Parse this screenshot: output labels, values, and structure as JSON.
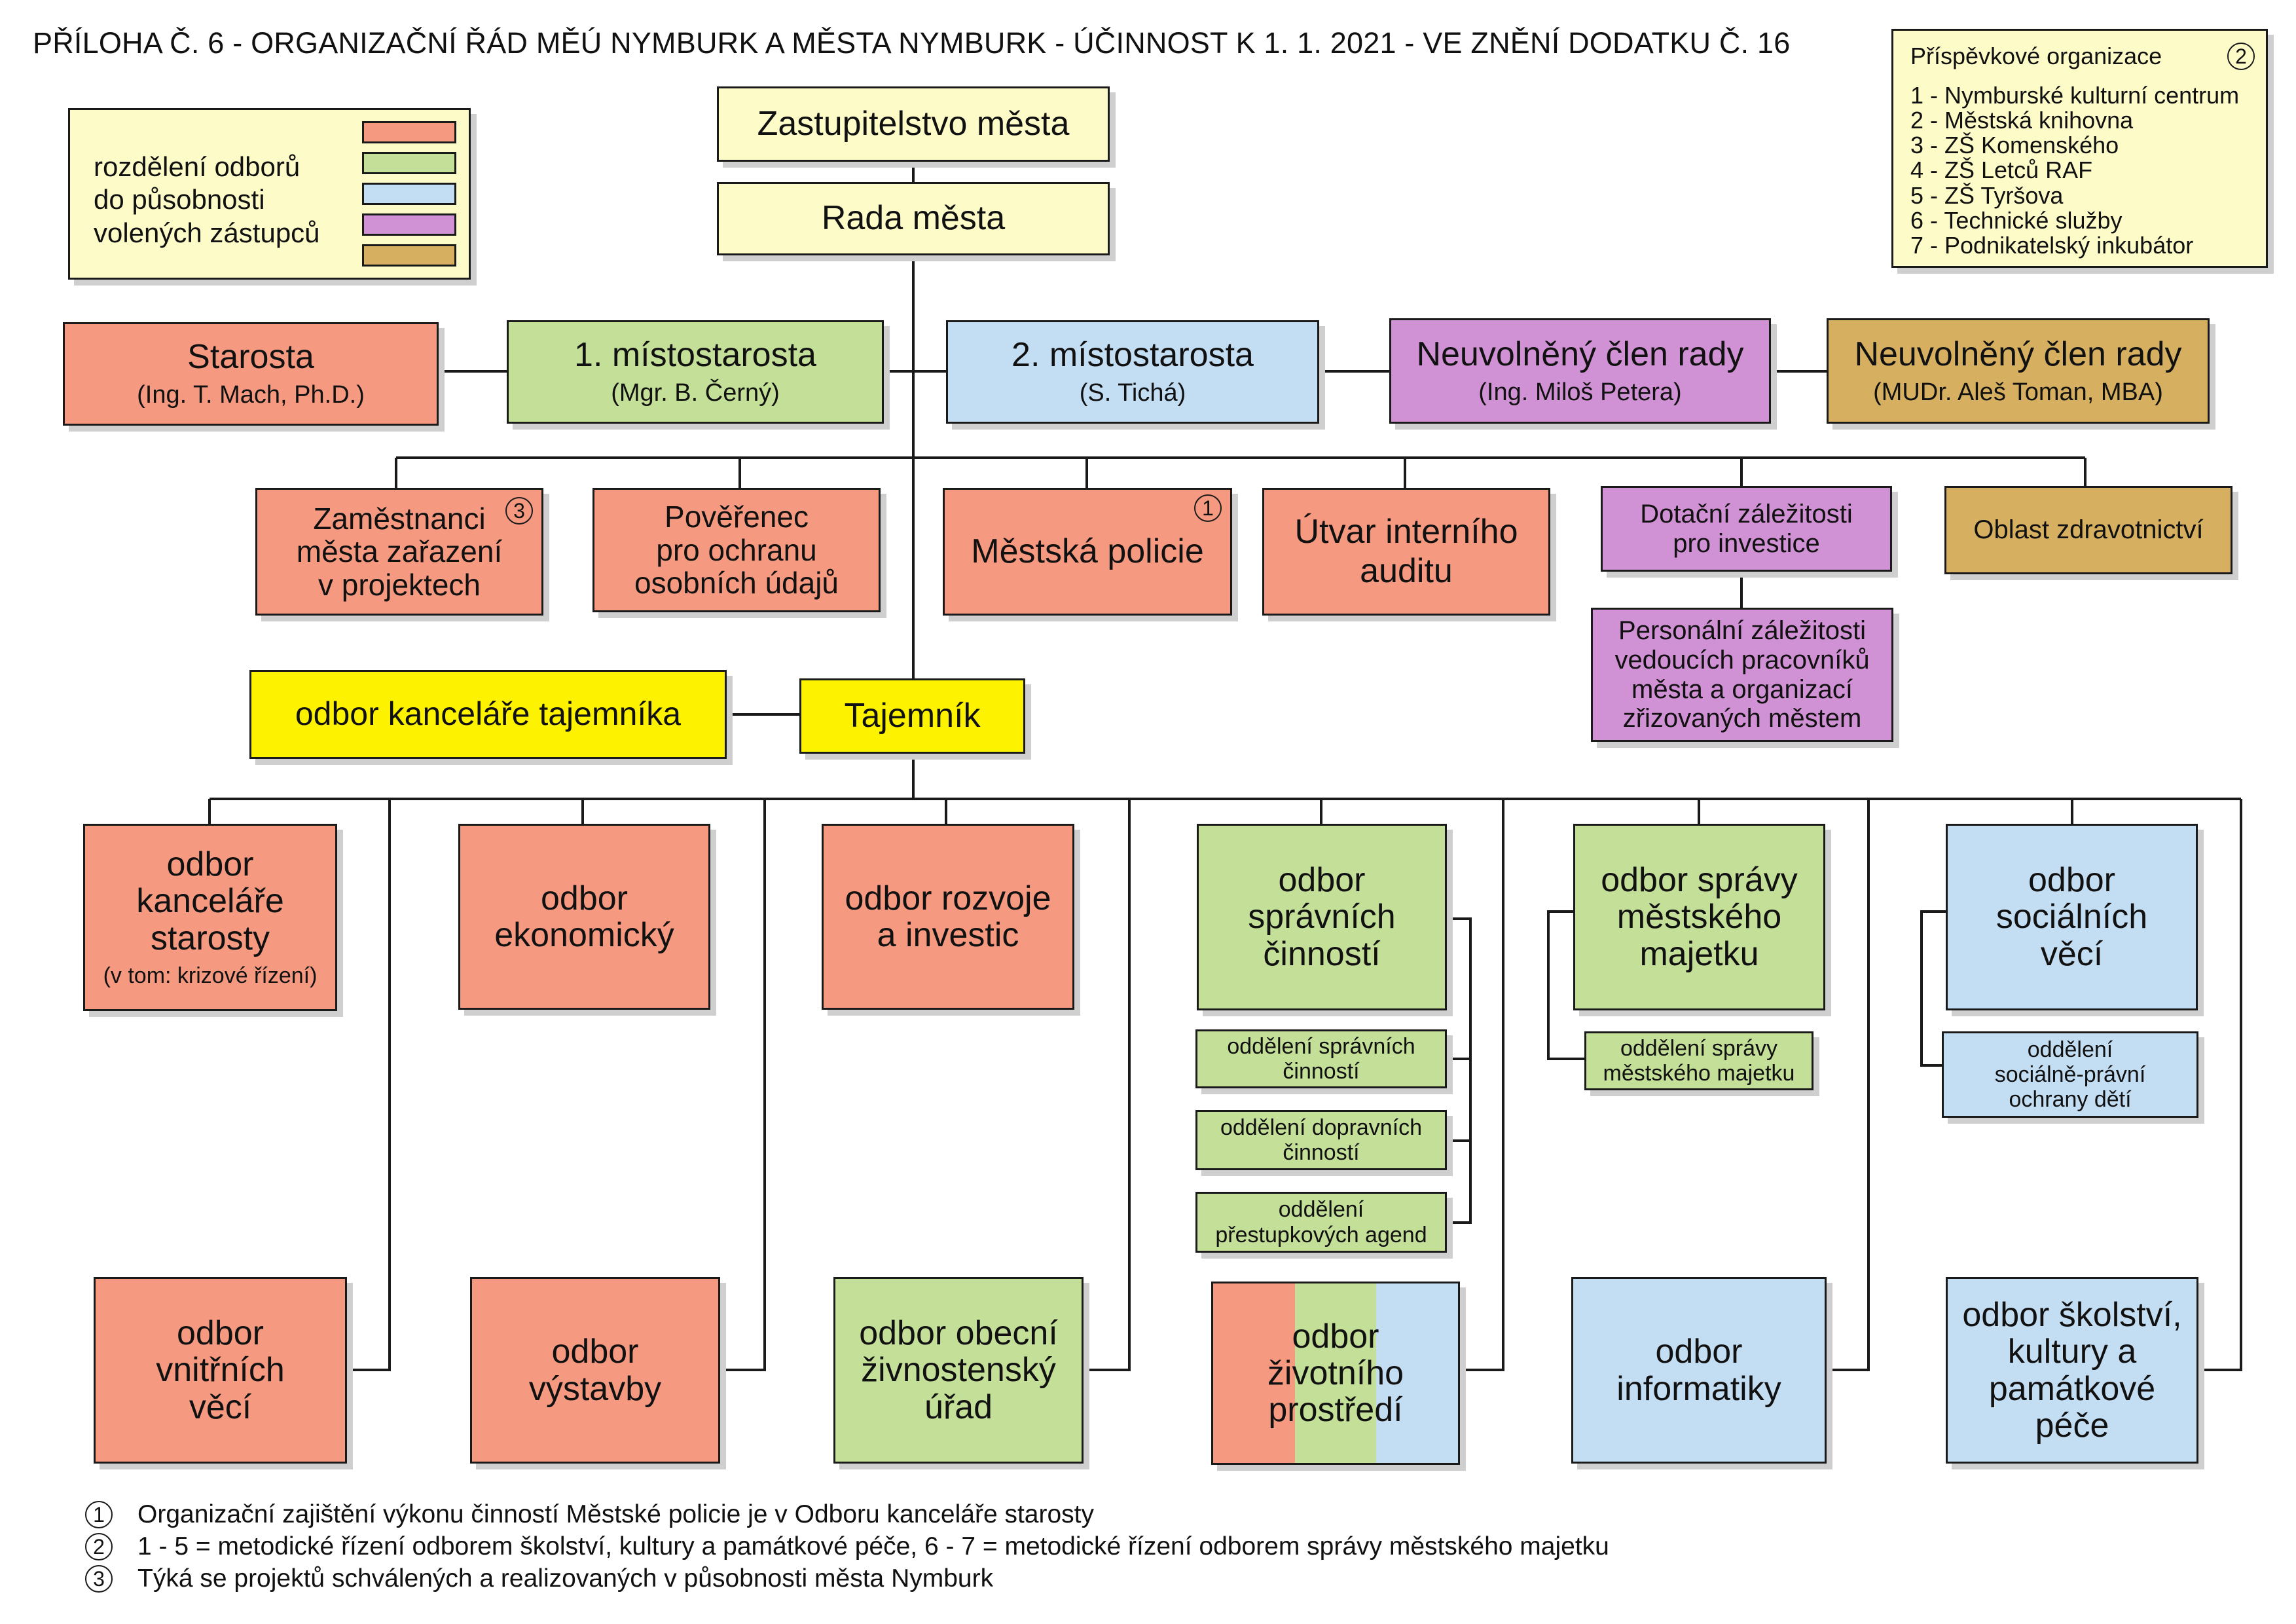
{
  "title": "PŘÍLOHA Č. 6 - ORGANIZAČNÍ ŘÁD MĚÚ NYMBURK A MĚSTA NYMBURK - ÚČINNOST K 1. 1. 2021 - VE ZNĚNÍ DODATKU Č. 16",
  "colors": {
    "red": "#f59a81",
    "green": "#c3df98",
    "blue": "#c3ddf3",
    "purple": "#d191d5",
    "brown": "#d6b060",
    "cream": "#fdfbc7",
    "yellow": "#fdf200"
  },
  "legend": {
    "lines": [
      "rozdělení odborů",
      "do působnosti",
      "volených zástupců"
    ]
  },
  "orgs": {
    "heading": "Příspěvkové organizace",
    "badge": "2",
    "items": [
      "1 - Nymburské kulturní centrum",
      "2 - Městská knihovna",
      "3 - ZŠ Komenského",
      "4 - ZŠ Letců RAF",
      "5 - ZŠ Tyršova",
      "6 - Technické služby",
      "7 - Podnikatelský inkubátor"
    ]
  },
  "top": {
    "council": "Zastupitelstvo města",
    "board": "Rada města"
  },
  "officials": {
    "mayor": {
      "title": "Starosta",
      "name": "(Ing. T. Mach, Ph.D.)"
    },
    "deputy1": {
      "title": "1. místostarosta",
      "name": "(Mgr. B. Černý)"
    },
    "deputy2": {
      "title": "2. místostarosta",
      "name": "(S. Tichá)"
    },
    "member1": {
      "title": "Neuvolněný člen rady",
      "name": "(Ing. Miloš Petera)"
    },
    "member2": {
      "title": "Neuvolněný člen rady",
      "name": "(MUDr. Aleš Toman, MBA)"
    }
  },
  "units": {
    "employees": {
      "lines": [
        "Zaměstnanci",
        "města zařazení",
        "v projektech"
      ],
      "badge": "3"
    },
    "dpo": {
      "lines": [
        "Pověřenec",
        "pro ochranu",
        "osobních údajů"
      ]
    },
    "police": {
      "lines": [
        "Městská policie"
      ],
      "badge": "1"
    },
    "audit": {
      "lines": [
        "Útvar interního",
        "auditu"
      ]
    },
    "grants": {
      "lines": [
        "Dotační záležitosti",
        "pro investice"
      ]
    },
    "health": {
      "lines": [
        "Oblast zdravotnictví"
      ]
    },
    "personnel": {
      "lines": [
        "Personální záležitosti",
        "vedoucích pracovníků",
        "města a organizací",
        "zřizovaných městem"
      ]
    }
  },
  "secretary": {
    "title": "Tajemník",
    "office": "odbor kanceláře tajemníka"
  },
  "departments": {
    "mayor_office": {
      "lines": [
        "odbor",
        "kanceláře",
        "starosty"
      ],
      "note": "(v tom: krizové řízení)"
    },
    "economic": {
      "lines": [
        "odbor",
        "ekonomický"
      ]
    },
    "development": {
      "lines": [
        "odbor rozvoje",
        "a investic"
      ]
    },
    "administrative": {
      "lines": [
        "odbor",
        "správních",
        "činností"
      ]
    },
    "property": {
      "lines": [
        "odbor správy",
        "městského",
        "majetku"
      ]
    },
    "social": {
      "lines": [
        "odbor",
        "sociálních",
        "věcí"
      ]
    },
    "interior": {
      "lines": [
        "odbor",
        "vnitřních",
        "věcí"
      ]
    },
    "construction": {
      "lines": [
        "odbor",
        "výstavby"
      ]
    },
    "trade": {
      "lines": [
        "odbor obecní",
        "živnostenský",
        "úřad"
      ]
    },
    "environment": {
      "lines": [
        "odbor",
        "životního",
        "prostředí"
      ]
    },
    "it": {
      "lines": [
        "odbor",
        "informatiky"
      ]
    },
    "education": {
      "lines": [
        "odbor školství,",
        "kultury a",
        "památkové",
        "péče"
      ]
    }
  },
  "sections": {
    "admin_section": {
      "lines": [
        "oddělení správních",
        "činností"
      ]
    },
    "transport_section": {
      "lines": [
        "oddělení dopravních",
        "činností"
      ]
    },
    "offences_section": {
      "lines": [
        "oddělení",
        "přestupkových agend"
      ]
    },
    "property_section": {
      "lines": [
        "oddělení správy",
        "městského majetku"
      ]
    },
    "child_protection": {
      "lines": [
        "oddělení",
        "sociálně-právní",
        "ochrany dětí"
      ]
    }
  },
  "footnotes": [
    {
      "badge": "1",
      "text": "Organizační zajištění výkonu činností Městské policie je v Odboru kanceláře starosty"
    },
    {
      "badge": "2",
      "text": "1 - 5 = metodické řízení odborem školství, kultury a památkové péče, 6 - 7 = metodické řízení odborem správy městského majetku"
    },
    {
      "badge": "3",
      "text": "Týká se projektů schválených a realizovaných v působnosti města Nymburk"
    }
  ]
}
